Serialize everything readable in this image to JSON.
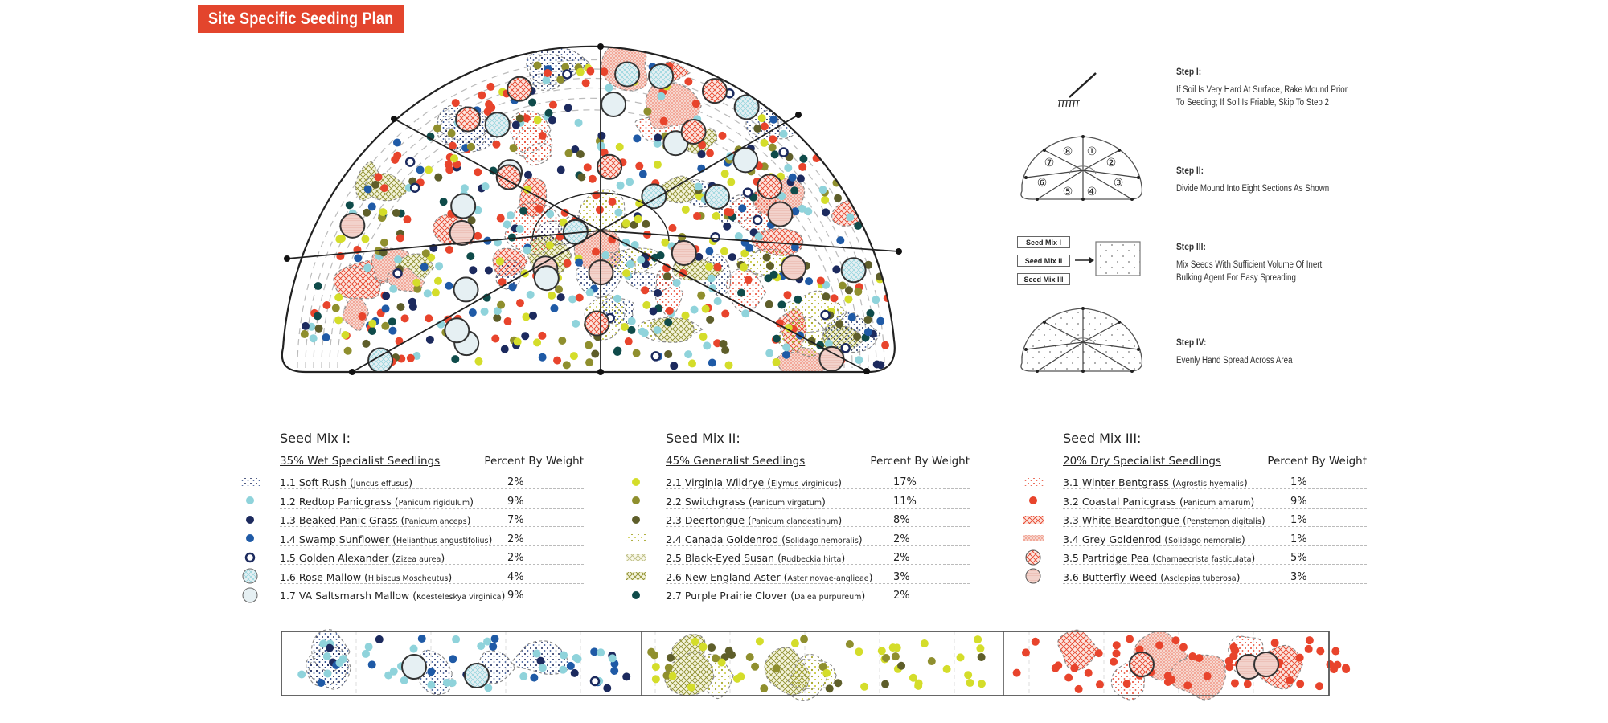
{
  "title": "Site Specific Seeding Plan",
  "colors": {
    "title_bg": "#e3452d",
    "light_blue": "#8fd3db",
    "navy": "#1c2a5e",
    "blue": "#1f5aa6",
    "yellow_green": "#d4dd2a",
    "olive": "#8f8f2e",
    "dark_olive": "#5e5e2a",
    "teal_dark": "#0f4b4a",
    "red": "#e8442c",
    "pink_fill": "#f2d2cb",
    "pale_blue_fill": "#e6f0f3"
  },
  "mound": {
    "section_count": 8
  },
  "steps": [
    {
      "heading": "Step I:",
      "text_lines": [
        "If Soil Is Very Hard At Surface, Rake Mound Prior",
        "To Seeding; If Soil Is Friable, Skip To Step 2"
      ],
      "icon": "rake-icon"
    },
    {
      "heading": "Step II:",
      "text_lines": [
        "Divide Mound Into Eight Sections As Shown"
      ],
      "icon": "mound-sections-icon",
      "section_labels": [
        "①",
        "②",
        "③",
        "④",
        "⑤",
        "⑥",
        "⑦",
        "⑧"
      ]
    },
    {
      "heading": "Step III:",
      "text_lines": [
        "Mix Seeds With Sufficient Volume Of Inert",
        "Bulking Agent For Easy Spreading"
      ],
      "icon": "mix-icon",
      "mix_boxes": [
        "Seed Mix I",
        "Seed Mix II",
        "Seed Mix III"
      ]
    },
    {
      "heading": "Step IV:",
      "text_lines": [
        "Evenly Hand Spread Across Area"
      ],
      "icon": "spread-mound-icon"
    }
  ],
  "seed_mixes": [
    {
      "title": "Seed Mix I:",
      "subtitle": "35% Wet Specialist Seedlings",
      "percent_header": "Percent By Weight",
      "items": [
        {
          "name": "1.1 Soft Rush",
          "sci": "Juncus effusus",
          "pct": "2%",
          "symbol": "stipple-navy"
        },
        {
          "name": "1.2 Redtop Panicgrass",
          "sci": "Panicum rigidulum",
          "pct": "9%",
          "symbol": "dot-lightblue"
        },
        {
          "name": "1.3 Beaked Panic Grass",
          "sci": "Panicum anceps",
          "pct": "7%",
          "symbol": "dot-navy"
        },
        {
          "name": "1.4 Swamp Sunflower",
          "sci": "Helianthus angustifolius",
          "pct": "2%",
          "symbol": "dot-blue"
        },
        {
          "name": "1.5 Golden Alexander",
          "sci": "Zizea aurea",
          "pct": "2%",
          "symbol": "ring-navy"
        },
        {
          "name": "1.6 Rose Mallow",
          "sci": "Hibiscus Moscheutus",
          "pct": "4%",
          "symbol": "circle-hatch-blue"
        },
        {
          "name": "1.7 VA Saltsmarsh Mallow",
          "sci": "Koesteleskya virginica",
          "pct": "9%",
          "symbol": "circle-pale"
        }
      ]
    },
    {
      "title": "Seed Mix II:",
      "subtitle": "45%  Generalist Seedlings",
      "percent_header": "Percent By Weight",
      "items": [
        {
          "name": "2.1 Virginia Wildrye",
          "sci": "Elymus virginicus",
          "pct": "17%",
          "symbol": "dot-yellowgreen"
        },
        {
          "name": "2.2 Switchgrass",
          "sci": "Panicum virgatum",
          "pct": "11%",
          "symbol": "dot-olive"
        },
        {
          "name": "2.3 Deertongue",
          "sci": "Panicum clandestinum",
          "pct": "8%",
          "symbol": "dot-darkolive"
        },
        {
          "name": "2.4 Canada Goldenrod",
          "sci": "Solidago nemoralis",
          "pct": "2%",
          "symbol": "stipple-olive"
        },
        {
          "name": "2.5 Black-Eyed Susan",
          "sci": "Rudbeckia hirta",
          "pct": "2%",
          "symbol": "fine-hatch-olive"
        },
        {
          "name": "2.6 New England Aster",
          "sci": "Aster novae-anglieae",
          "pct": "3%",
          "symbol": "cross-hatch-olive"
        },
        {
          "name": "2.7 Purple Prairie Clover",
          "sci": "Dalea purpureum",
          "pct": "2%",
          "symbol": "dot-teal"
        }
      ]
    },
    {
      "title": "Seed Mix III:",
      "subtitle": "20%  Dry Specialist Seedlings",
      "percent_header": "Percent By Weight",
      "items": [
        {
          "name": "3.1 Winter Bentgrass",
          "sci": "Agrostis hyemalis",
          "pct": "1%",
          "symbol": "stipple-red"
        },
        {
          "name": "3.2 Coastal Panicgrass",
          "sci": "Panicum amarum",
          "pct": "9%",
          "symbol": "dot-red"
        },
        {
          "name": "3.3 White Beardtongue",
          "sci": "Penstemon digitalis",
          "pct": "1%",
          "symbol": "cross-hatch-red"
        },
        {
          "name": "3.4 Grey Goldenrod",
          "sci": "Solidago nemoralis",
          "pct": "1%",
          "symbol": "fine-hatch-red"
        },
        {
          "name": "3.5 Partridge Pea",
          "sci": "Chamaecrista fasticulata",
          "pct": "5%",
          "symbol": "circle-hatch-red"
        },
        {
          "name": "3.6 Butterfly Weed",
          "sci": "Asclepias tuberosa",
          "pct": "3%",
          "symbol": "circle-pink"
        }
      ]
    }
  ]
}
